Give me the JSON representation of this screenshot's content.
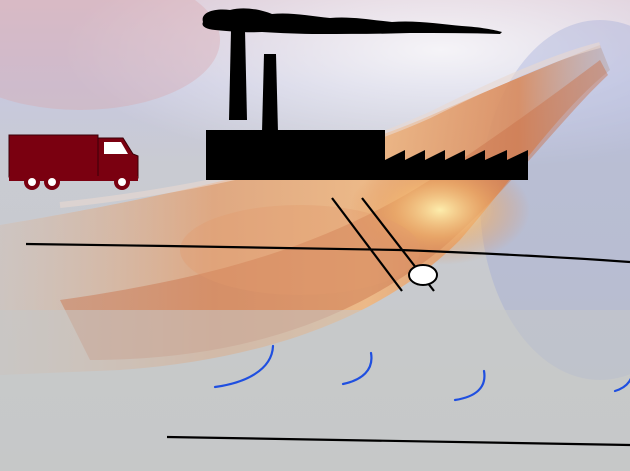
{
  "scene": {
    "background": "glowing-pipe-photo",
    "elements": [
      "truck-icon",
      "factory-icon",
      "smokestack-plume",
      "well-pipe",
      "groundwater-lines",
      "ripple-marks"
    ]
  },
  "colors": {
    "truck": "#7a0010",
    "truck_wheel_hub": "#ffffff",
    "factory": "#000000",
    "smoke": "#000000",
    "ground_lines": "#000000",
    "ripples": "#1f4fe0",
    "pipe_glow": "#e8894a",
    "sky_top": "#cfc9d8",
    "ground": "#c7c9c9"
  }
}
